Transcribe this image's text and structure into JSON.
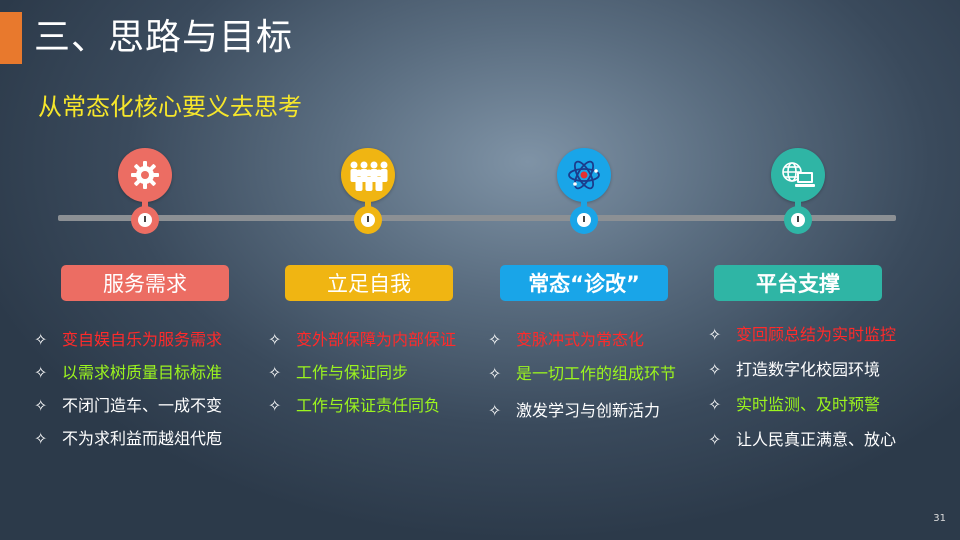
{
  "slide": {
    "title": "三、思路与目标",
    "subtitle": "从常态化核心要义去思考",
    "page_number": "31"
  },
  "colors": {
    "accent": "#e8792d",
    "subtitle": "#f6e62b",
    "red_box": "#ec6d63",
    "yellow_box": "#f0b512",
    "blue_box": "#19a5e8",
    "teal_box": "#2fb5a5",
    "red_text": "#ff2a2a",
    "green_text": "#9cf51e",
    "white_text": "#ffffff"
  },
  "columns": [
    {
      "icon": "gear-icon",
      "label": "服务需求",
      "bullets": [
        {
          "marker": "✧",
          "text": "变自娱自乐为服务需求",
          "color": "#ff2a2a"
        },
        {
          "marker": "✧",
          "text": "以需求树质量目标标准",
          "color": "#9cf51e"
        },
        {
          "marker": "✧",
          "text": "不闭门造车、一成不变",
          "color": "#ffffff"
        },
        {
          "marker": "✧",
          "text": "不为求利益而越俎代庖",
          "color": "#ffffff"
        }
      ]
    },
    {
      "icon": "people-icon",
      "label": "立足自我",
      "bullets": [
        {
          "marker": "✧",
          "text": "变外部保障为内部保证",
          "color": "#ff2a2a"
        },
        {
          "marker": "✧",
          "text": "工作与保证同步",
          "color": "#9cf51e"
        },
        {
          "marker": "✧",
          "text": "工作与保证责任同负",
          "color": "#9cf51e"
        }
      ]
    },
    {
      "icon": "atom-icon",
      "label": "常态“诊改”",
      "bullets": [
        {
          "marker": "✧",
          "text": "变脉冲式为常态化",
          "color": "#ff2a2a"
        },
        {
          "marker": "✧",
          "text": "是一切工作的组成环节",
          "color": "#9cf51e"
        },
        {
          "marker": "✧",
          "text": "激发学习与创新活力",
          "color": "#ffffff"
        }
      ]
    },
    {
      "icon": "globe-computer-icon",
      "label": "平台支撑",
      "bullets": [
        {
          "marker": "✧",
          "text": "变回顾总结为实时监控",
          "color": "#ff2a2a"
        },
        {
          "marker": "✧",
          "text": "打造数字化校园环境",
          "color": "#ffffff"
        },
        {
          "marker": "✧",
          "text": "实时监测、及时预警",
          "color": "#9cf51e"
        },
        {
          "marker": "✧",
          "text": "让人民真正满意、放心",
          "color": "#ffffff"
        }
      ]
    }
  ]
}
